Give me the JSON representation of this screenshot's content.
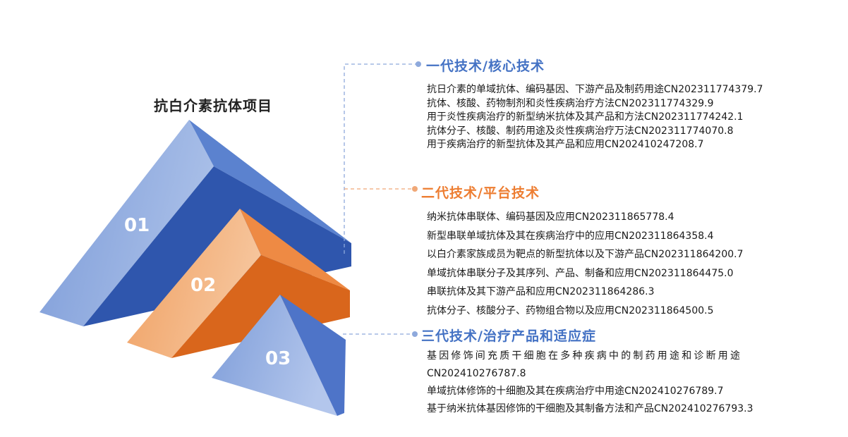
{
  "title": "抗白介素抗体项目",
  "levels": [
    {
      "num": "01",
      "heading": "一代技术/核心技术",
      "color": "#4472c4",
      "items": [
        "抗日介素的单域抗体、编码基因、下游产品及制药用途CN202311774379.7",
        "抗体、核酸、药物制剂和炎性疾病治疗方法CN202311774329.9",
        "用于炎性疾病治疗的新型纳米抗体及其产品和方法CN202311774242.1",
        "抗体分子、核酸、制药用途及炎性疾病治疗万法CN202311774070.8",
        "用于疾病治疗的新型抗体及其产品和应用CN202410247208.7"
      ]
    },
    {
      "num": "02",
      "heading": "二代技术/平台技术",
      "color": "#ed7d31",
      "items": [
        "纳米抗体串联体、编码基因及应用CN202311865778.4",
        "新型串联单域抗体及其在疾病治疗中的应用CN202311864358.4",
        "以白介素家族成员为靶点的新型抗体以及下游产品CN202311864200.7",
        "单域抗体串联分子及其序列、产品、制备和应用CN202311864475.0",
        "串联抗体及其下游产品和应用CN202311864286.3",
        "抗体分子、核酸分子、药物组合物以及应用CN202311864500.5"
      ]
    },
    {
      "num": "03",
      "heading": "三代技术/治疗产品和适应症",
      "color": "#4472c4",
      "items": [
        "基因修饰间充质干细胞在多种疾病中的制药用途和诊断用途",
        "CN202410276787.8",
        "单域抗体修饰的十细胞及其在疾病治疗中用途CN202410276789.7",
        "基于纳米抗体基因修饰的干细胞及其制备方法和产品CN202410276793.3"
      ]
    }
  ]
}
